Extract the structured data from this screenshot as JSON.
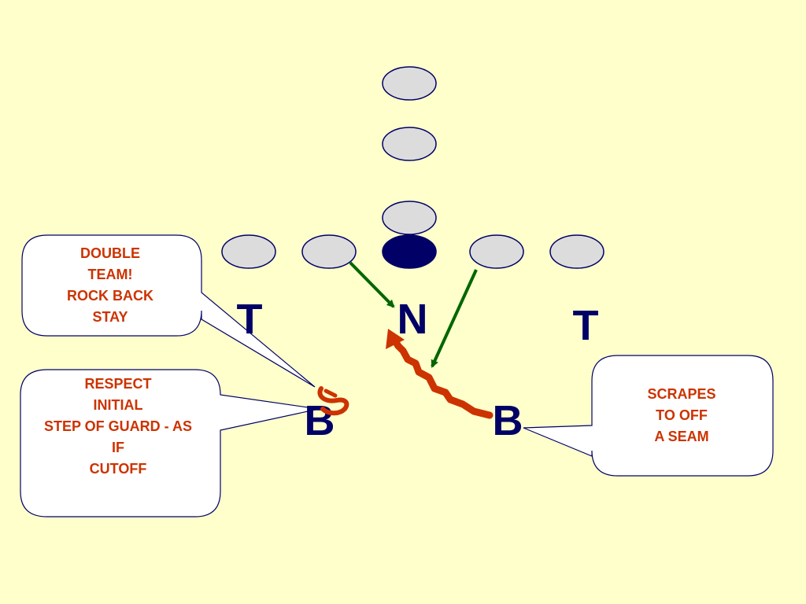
{
  "colors": {
    "background": "#ffffcc",
    "offense_fill": "#dcdcdc",
    "center_fill": "#000066",
    "defense_letters": "#000066",
    "callout_text": "#cc3300",
    "green_arrow": "#006600",
    "orange_arrow": "#cc3300"
  },
  "defense": {
    "left_tackle": "T",
    "nose": "N",
    "right_tackle": "T",
    "left_backer": "B",
    "right_backer": "B"
  },
  "callouts": [
    {
      "text": "DOUBLE\nTEAM!\nROCK BACK\nSTAY"
    },
    {
      "text": "RESPECT\nINITIAL\nSTEP OF GUARD - AS\nIF\nCUTOFF"
    },
    {
      "text": "SCRAPES\nTO OFF\nA SEAM"
    }
  ]
}
